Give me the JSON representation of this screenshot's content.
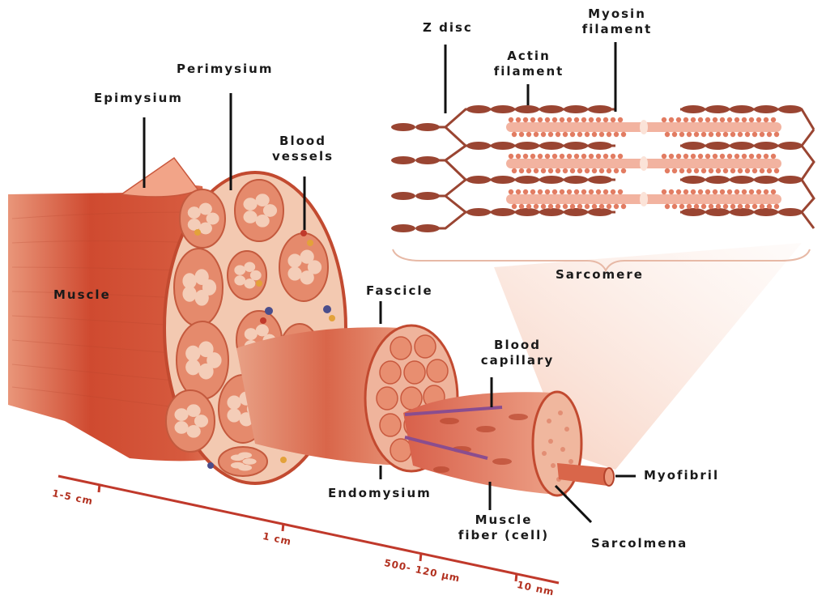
{
  "labels": {
    "z_disc": "Z disc",
    "myosin_filament": [
      "Myosin",
      "filament"
    ],
    "actin_filament": [
      "Actin",
      "filament"
    ],
    "perimysium": "Perimysium",
    "epimysium": "Epimysium",
    "blood_vessels": [
      "Blood",
      "vessels"
    ],
    "muscle": "Muscle",
    "fascicle": "Fascicle",
    "blood_capillary": [
      "Blood",
      "capillary"
    ],
    "endomysium": "Endomysium",
    "myofibril": "Myofibril",
    "muscle_fiber": [
      "Muscle",
      "fiber (cell)"
    ],
    "sarcolmena": "Sarcolmena",
    "sarcomere": "Sarcomere"
  },
  "scale": {
    "tick_1": "1-5 cm",
    "tick_2": "1 cm",
    "tick_3": "500- 120 µm",
    "tick_4": "10 nm"
  },
  "colors": {
    "muscle_dark": "#c24a30",
    "muscle_mid": "#de7d5e",
    "muscle_light": "#f0b39a",
    "tissue_pale": "#f4d6c4",
    "actin": "#9a4532",
    "myosin": "#e9927a",
    "scale_line": "#c0392b",
    "label_text": "#1a1a1a",
    "vessel_red": "#c0392b",
    "vessel_blue": "#4a4e8c",
    "vessel_yellow": "#e3a23a",
    "capillary_purple": "#8a4d8f"
  }
}
